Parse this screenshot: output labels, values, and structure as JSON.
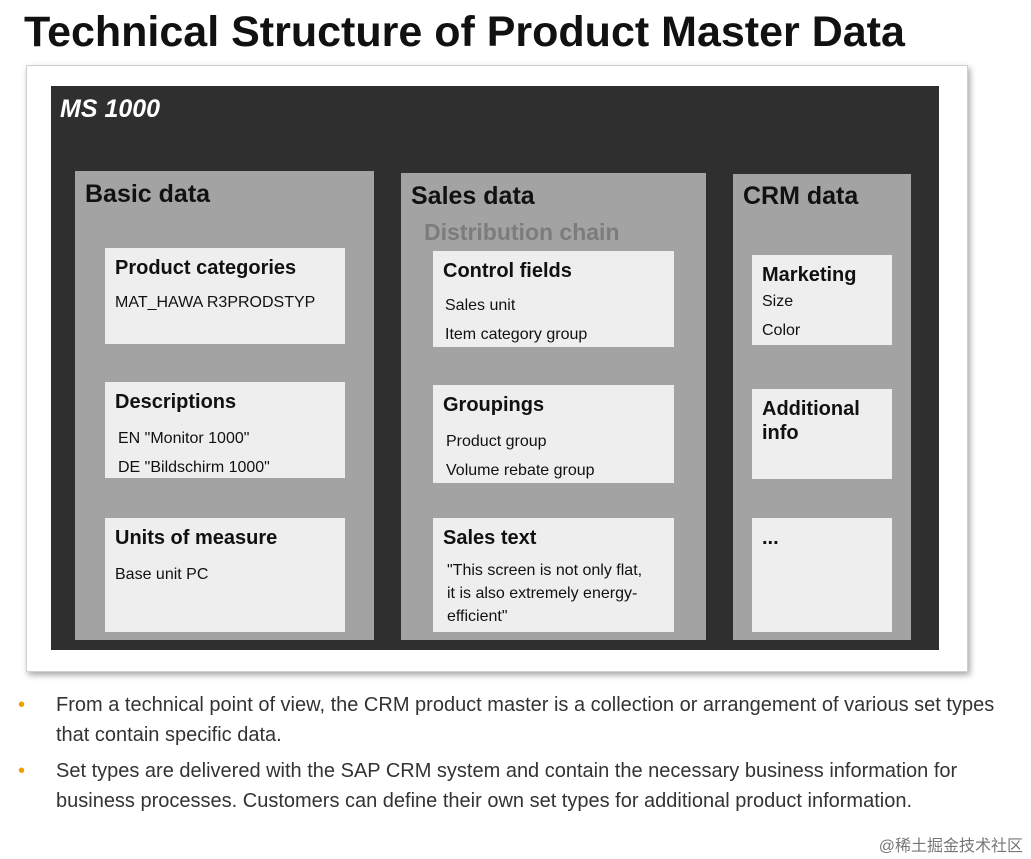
{
  "title": "Technical Structure of Product Master Data",
  "diagram": {
    "product_label": "MS 1000",
    "columns": {
      "basic": {
        "title": "Basic data",
        "boxes": [
          {
            "title": "Product categories",
            "lines": [
              "MAT_HAWA  R3PRODSTYP"
            ]
          },
          {
            "title": "Descriptions",
            "lines": [
              "EN \"Monitor 1000\"",
              "DE \"Bildschirm 1000\""
            ]
          },
          {
            "title": "Units of measure",
            "lines": [
              "Base unit PC"
            ]
          }
        ]
      },
      "sales": {
        "title": "Sales data",
        "subtitle": "Distribution chain",
        "boxes": [
          {
            "title": "Control fields",
            "lines": [
              "Sales unit",
              "Item category group"
            ]
          },
          {
            "title": "Groupings",
            "lines": [
              "Product group",
              "Volume rebate group"
            ]
          },
          {
            "title": "Sales text",
            "lines": [
              "\"This screen is not only flat,",
              "it is also extremely energy-",
              "efficient\""
            ]
          }
        ]
      },
      "crm": {
        "title": "CRM data",
        "boxes": [
          {
            "title": "Marketing",
            "lines": [
              "Size",
              "Color"
            ]
          },
          {
            "title": "Additional info",
            "lines": []
          },
          {
            "title": "...",
            "lines": []
          }
        ]
      }
    }
  },
  "bullets": [
    "From a technical point of view, the CRM product master is a collection or arrangement of various set types that contain specific data.",
    "Set types are delivered with the SAP CRM system and contain the necessary business information for business processes. Customers can define their own set types for additional product information."
  ],
  "watermark": "@稀土掘金技术社区",
  "colors": {
    "dark_background": "#2f2f2f",
    "column_gray": "#a3a3a3",
    "box_light": "#eeeeee",
    "bullet_accent": "#f0a000"
  }
}
